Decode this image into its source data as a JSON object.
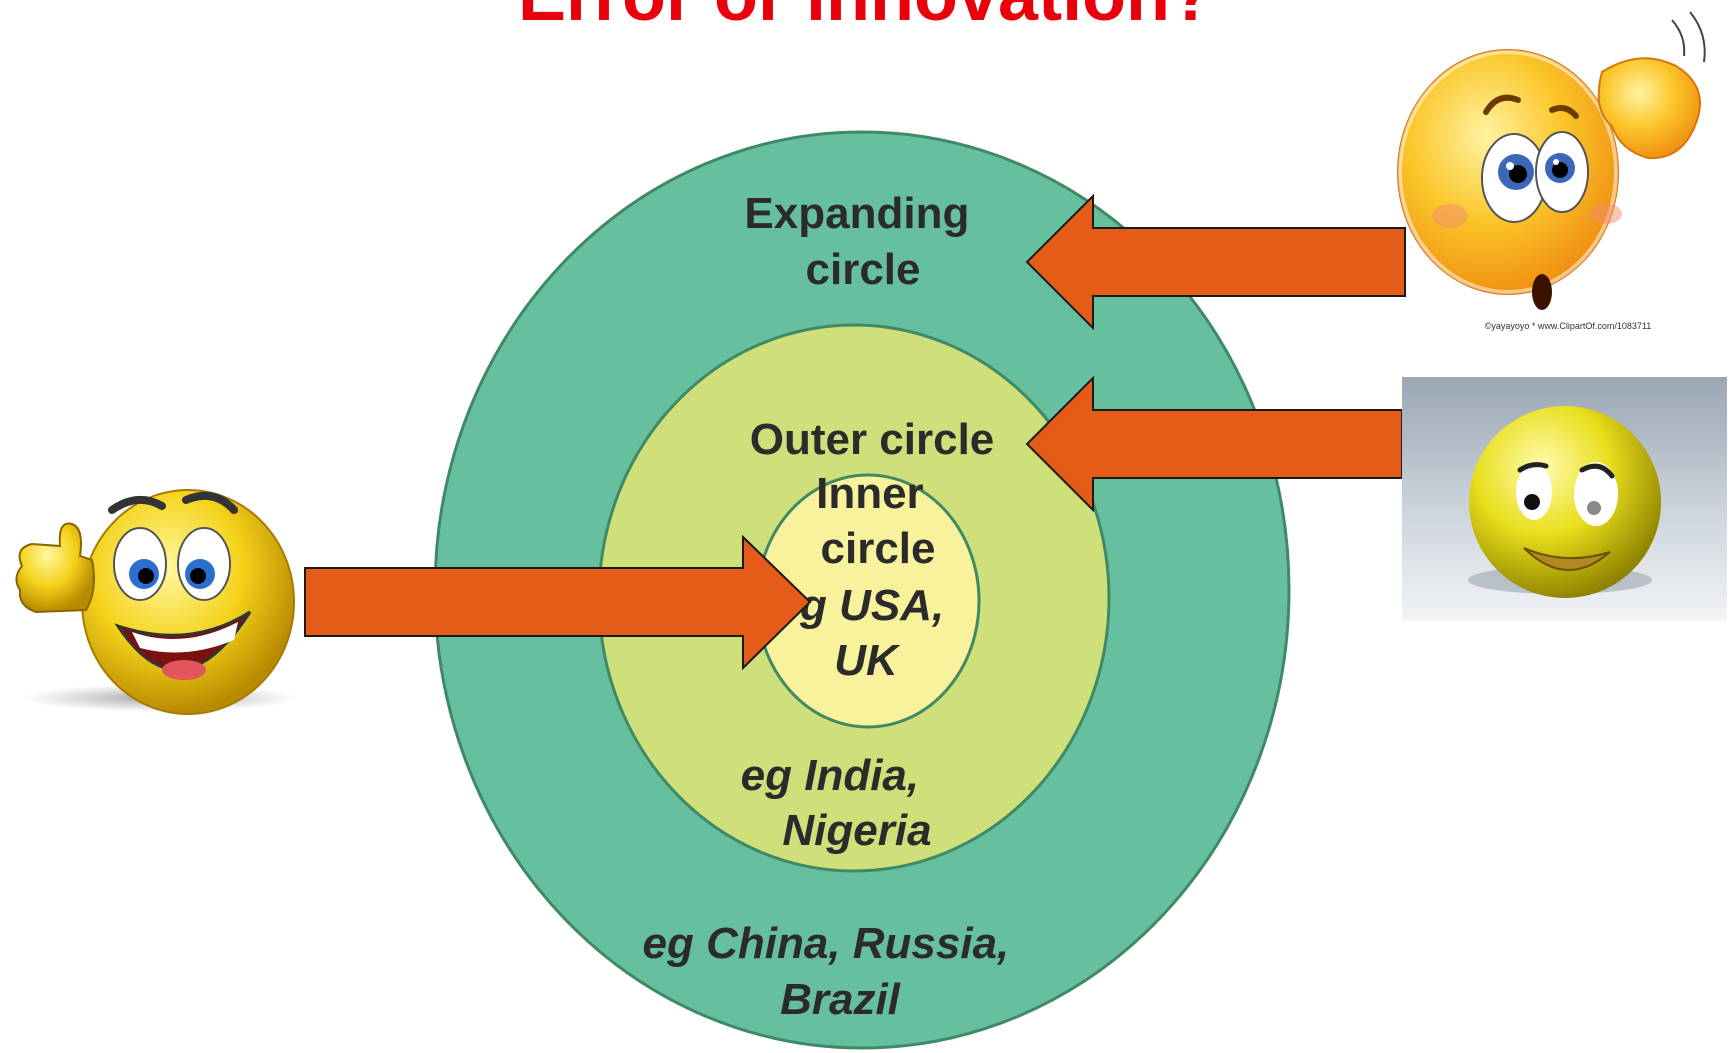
{
  "title": "Error or innovation?",
  "colors": {
    "title": "#e8000b",
    "outer_ring": "#66c0a0",
    "middle_ring": "#cfe07a",
    "inner_ring": "#f8f29c",
    "ring_stroke": "#3f8a65",
    "arrow": "#e55c18",
    "arrow_stroke": "#1a1a1a"
  },
  "diagram": {
    "expanding_circle": {
      "label_lines": [
        "Expanding",
        "circle"
      ],
      "example_lines": [
        "eg China, Russia,",
        "Brazil"
      ]
    },
    "outer_circle": {
      "label_lines": [
        "Outer circle"
      ],
      "example_lines": [
        "eg India,",
        "Nigeria"
      ]
    },
    "inner_circle": {
      "label_lines": [
        "Inner",
        "circle"
      ],
      "example_lines": [
        "eg USA,",
        "UK"
      ]
    }
  },
  "clipart_credit": "©yayayoyo  *  www.ClipartOf.com/1083711",
  "emojis": {
    "left": "thumbs-up-smiley-icon",
    "top_right": "confused-scratching-head-smiley-icon",
    "right": "skeptical-smiley-icon"
  },
  "arrows": {
    "left": "arrow-right-icon",
    "top_right": "arrow-left-icon",
    "right": "arrow-left-icon"
  }
}
